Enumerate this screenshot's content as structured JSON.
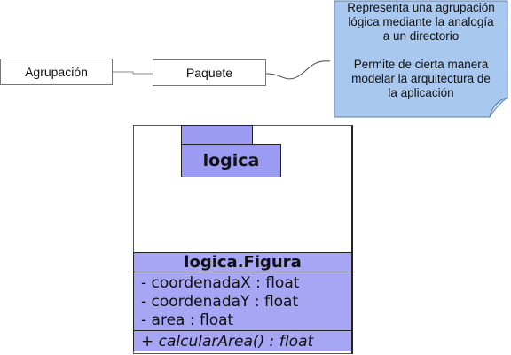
{
  "terms": {
    "agrupacion": "Agrupación",
    "paquete": "Paquete"
  },
  "note": {
    "lines_1": [
      "Representa una agrupación",
      "lógica mediante la analogía",
      "a un directorio"
    ],
    "lines_2": [
      "Permite de cierta manera",
      "modelar la arquitectura de",
      "la aplicación"
    ],
    "fill_color": "#a9c8f0",
    "border_color": "#5a7fb4"
  },
  "uml": {
    "package": {
      "name": "logica"
    },
    "class": {
      "name": "logica.Figura",
      "attributes": [
        "- coordenadaX : float",
        "- coordenadaY : float",
        "- area : float"
      ],
      "operations": [
        {
          "visibility": "+",
          "signature": "calcularArea() : float"
        }
      ]
    },
    "element_fill": "#9b9bf3"
  }
}
